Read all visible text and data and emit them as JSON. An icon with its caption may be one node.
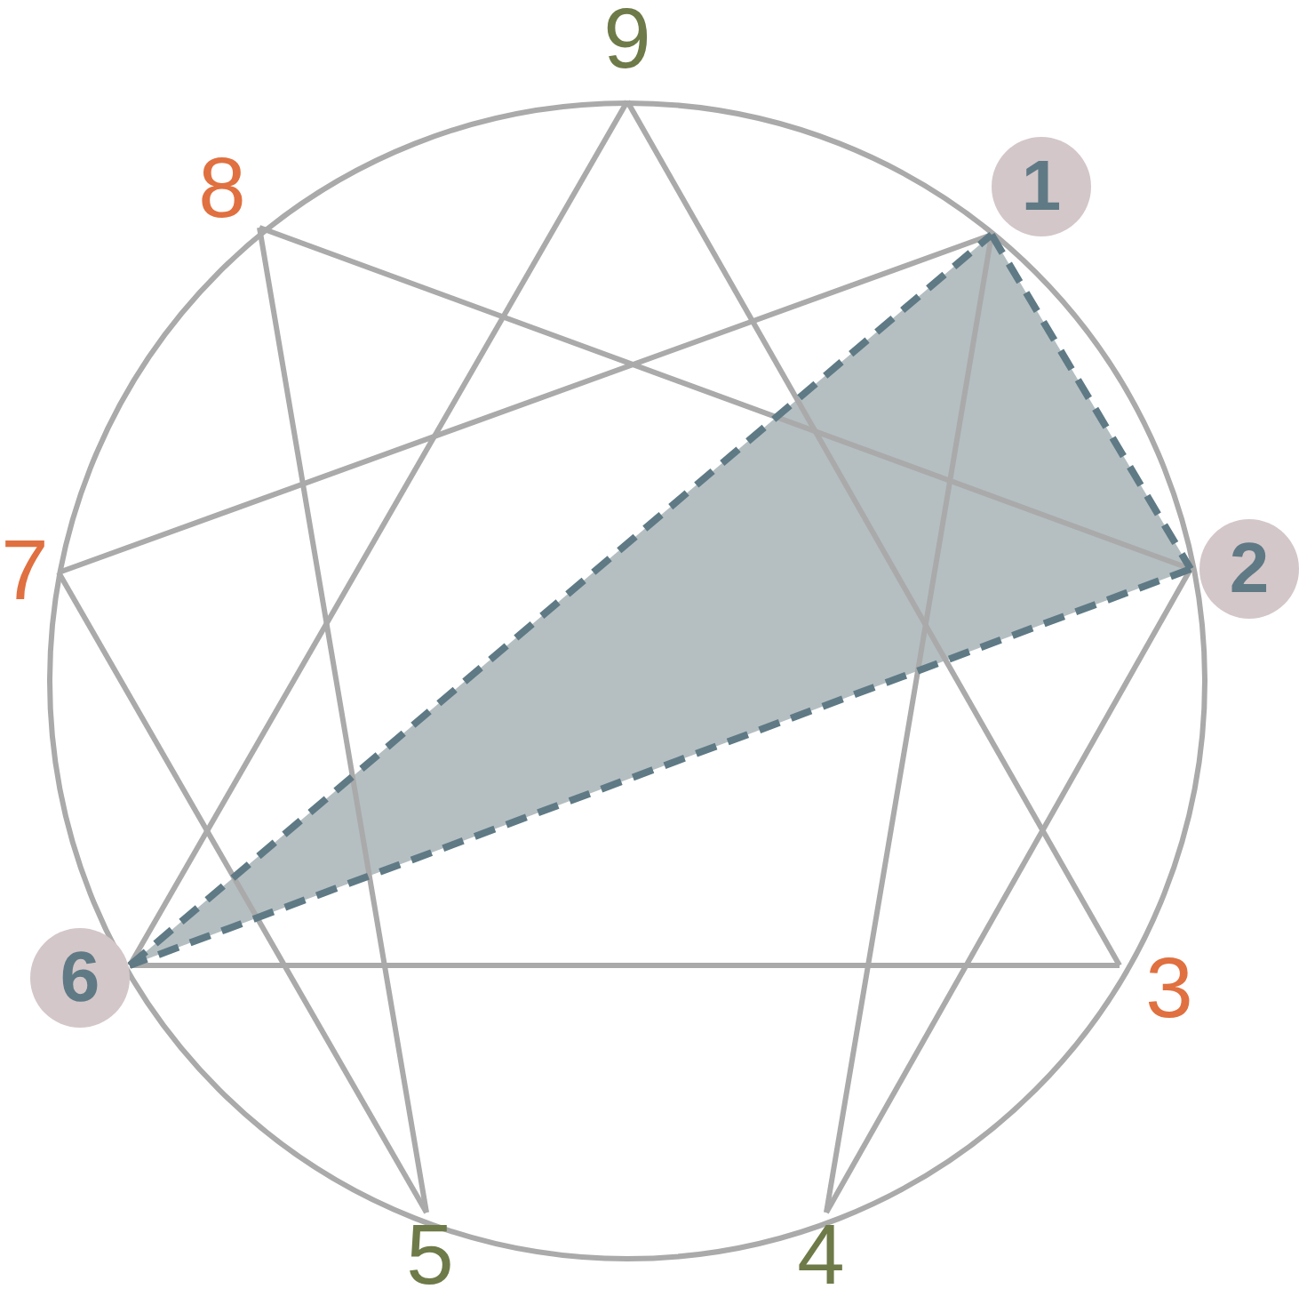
{
  "diagram": {
    "nodes": [
      {
        "text": [
          "9"
        ]
      },
      {
        "text": [
          "8"
        ]
      },
      {
        "text": [
          "1"
        ]
      },
      {
        "text": [
          "7"
        ]
      },
      {
        "text": [
          "2"
        ]
      },
      {
        "text": [
          "6"
        ]
      },
      {
        "text": [
          "3"
        ]
      },
      {
        "text": [
          "5"
        ]
      },
      {
        "text": [
          "4"
        ]
      }
    ],
    "edges": [
      {
        "from": 0,
        "to": 6,
        "arrow": "none"
      },
      {
        "from": 6,
        "to": 5,
        "arrow": "none"
      },
      {
        "from": 5,
        "to": 0,
        "arrow": "none"
      },
      {
        "from": 2,
        "to": 8,
        "arrow": "none"
      },
      {
        "from": 8,
        "to": 4,
        "arrow": "none"
      },
      {
        "from": 4,
        "to": 1,
        "arrow": "none"
      },
      {
        "from": 1,
        "to": 7,
        "arrow": "none"
      },
      {
        "from": 7,
        "to": 3,
        "arrow": "none"
      },
      {
        "from": 3,
        "to": 2,
        "arrow": "none"
      },
      {
        "from": 2,
        "to": 4,
        "arrow": "none",
        "style": "dashed",
        "color": "#5f7a85"
      },
      {
        "from": 4,
        "to": 5,
        "arrow": "none",
        "style": "dashed",
        "color": "#5f7a85"
      },
      {
        "from": 5,
        "to": 2,
        "arrow": "none",
        "style": "dashed",
        "color": "#5f7a85"
      }
    ]
  }
}
